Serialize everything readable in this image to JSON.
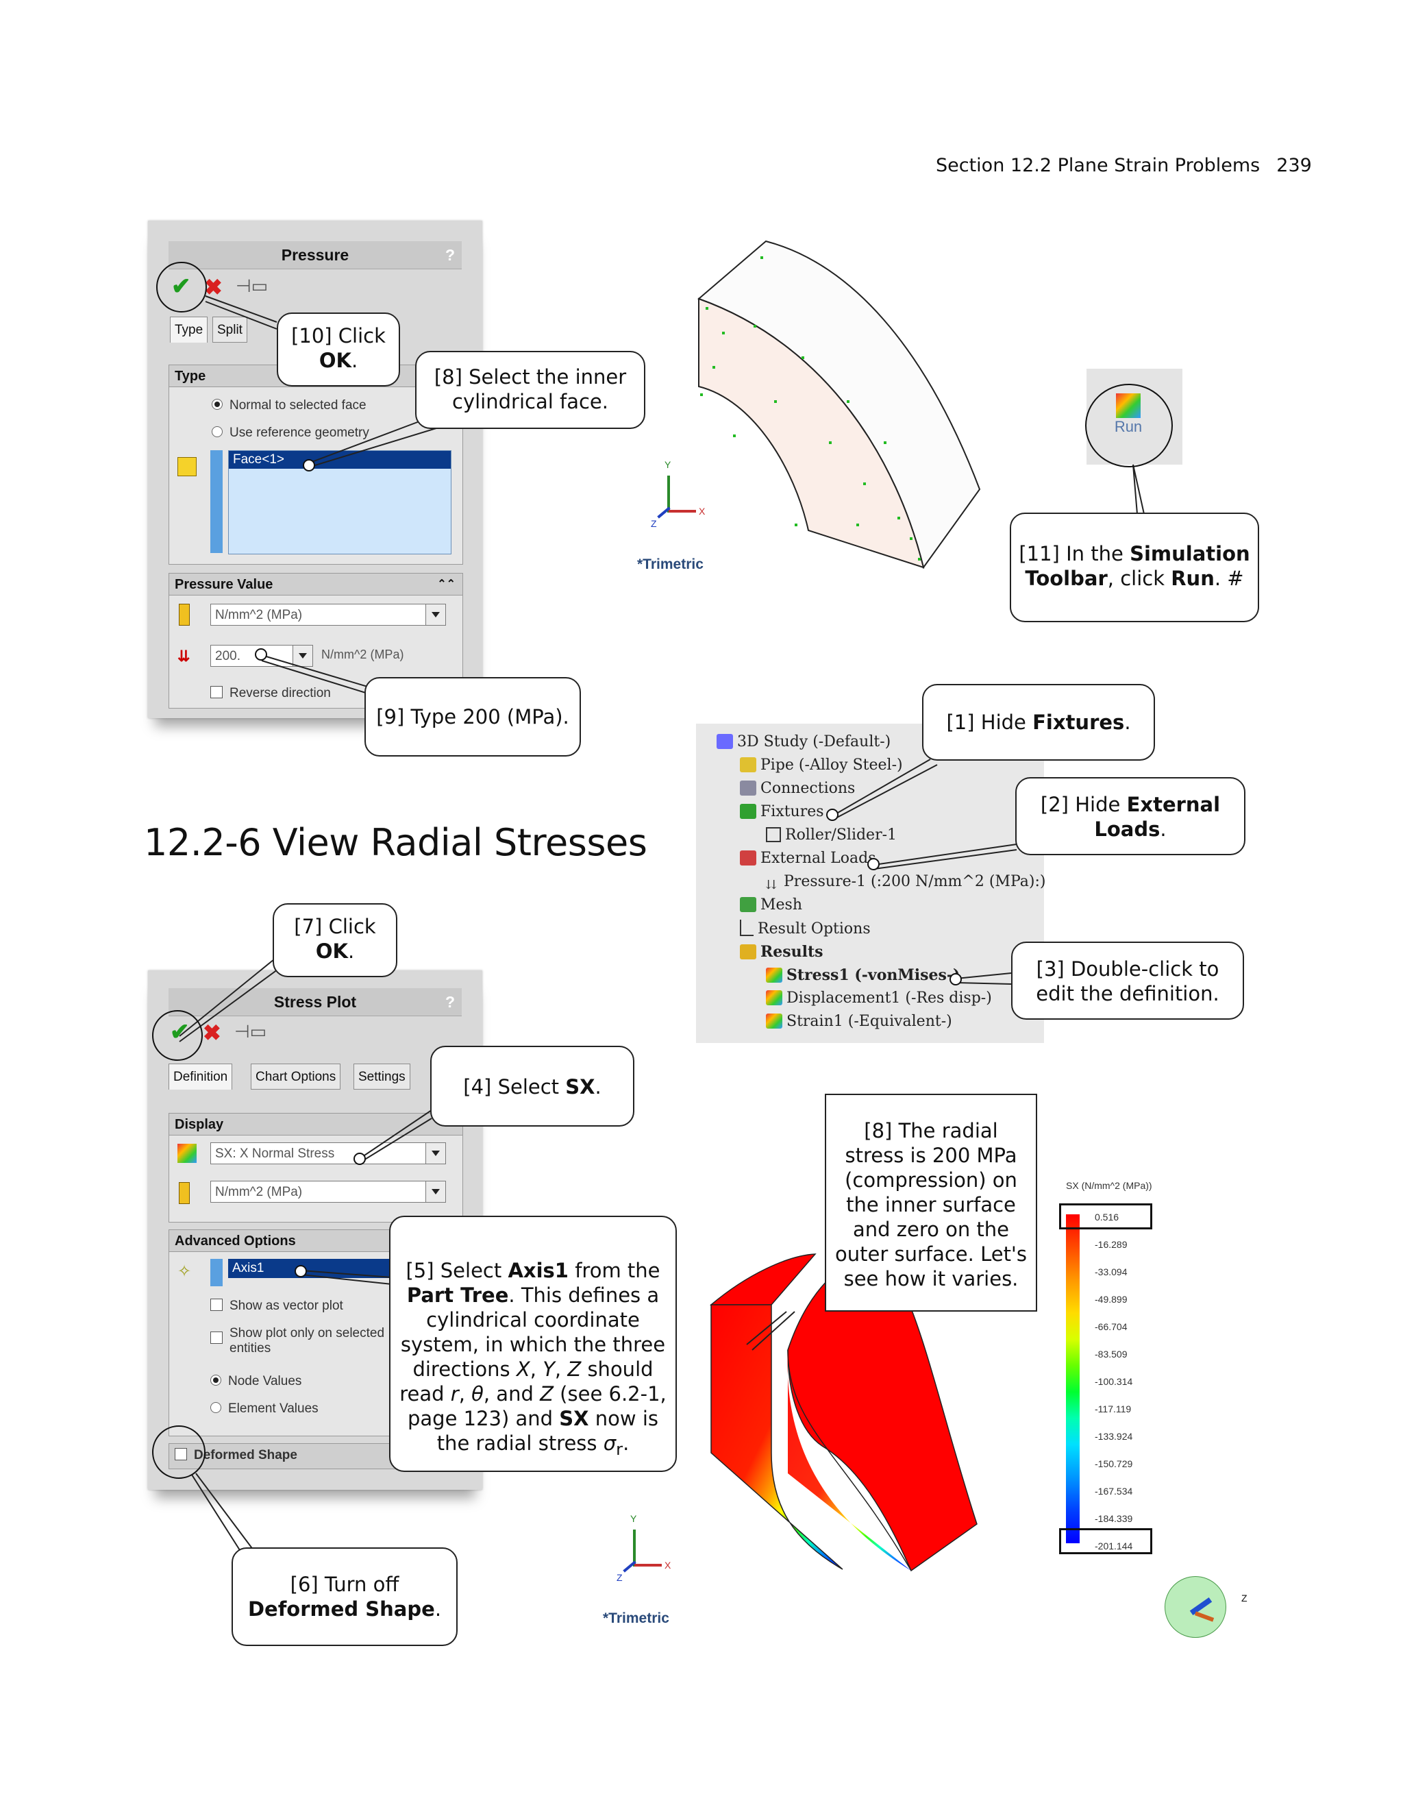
{
  "header": {
    "section": "Section 12.2  Plane Strain Problems",
    "page": "239"
  },
  "section_title": "12.2-6 View Radial Stresses",
  "pressure_panel": {
    "title": "Pressure",
    "help": "?",
    "tabs": [
      "Type",
      "Split"
    ],
    "type_group": "Type",
    "radio_normal": "Normal to selected face",
    "radio_reference": "Use reference geometry",
    "face_item": "Face<1>",
    "value_group": "Pressure Value",
    "unit_select": "N/mm^2 (MPa)",
    "pressure_input": "200.",
    "pressure_unit": "N/mm^2 (MPa)",
    "reverse": "Reverse direction"
  },
  "stress_panel": {
    "title": "Stress Plot",
    "help": "?",
    "tabs": [
      "Definition",
      "Chart Options",
      "Settings"
    ],
    "display_group": "Display",
    "component_select": "SX: X Normal Stress",
    "unit_select": "N/mm^2 (MPa)",
    "advanced_group": "Advanced Options",
    "axis_item": "Axis1",
    "show_vector": "Show as vector plot",
    "show_selected": "Show plot only on selected entities",
    "node_values": "Node Values",
    "element_values": "Element Values",
    "deformed": "Deformed Shape"
  },
  "model_view": {
    "view_label": "*Trimetric",
    "axis_x": "X",
    "axis_y": "Y",
    "axis_z": "Z"
  },
  "run_button": {
    "label": "Run"
  },
  "tree": {
    "items": [
      "3D Study (-Default-)",
      "Pipe (-Alloy Steel-)",
      "Connections",
      "Fixtures",
      "Roller/Slider-1",
      "External Loads",
      "Pressure-1 (:200 N/mm^2 (MPa):)",
      "Mesh",
      "Result Options",
      "Results",
      "Stress1 (-vonMises-)",
      "Displacement1 (-Res disp-)",
      "Strain1 (-Equivalent-)"
    ]
  },
  "legend": {
    "title": "SX (N/mm^2 (MPa))",
    "values": [
      "0.516",
      "-16.289",
      "-33.094",
      "-49.899",
      "-66.704",
      "-83.509",
      "-100.314",
      "-117.119",
      "-133.924",
      "-150.729",
      "-167.534",
      "-184.339",
      "-201.144"
    ]
  },
  "callouts": {
    "c10": {
      "pre": "[10] Click",
      "bold": "OK",
      "post": "."
    },
    "c8a": {
      "text": "[8] Select the inner cylindrical face."
    },
    "c9": {
      "text": "[9] Type 200 (MPa)."
    },
    "c11": {
      "pre": "[11] In the ",
      "bold1": "Simulation Toolbar",
      "mid": ", click ",
      "bold2": "Run",
      "post": ". #"
    },
    "c1": {
      "pre": "[1] Hide ",
      "bold": "Fixtures",
      "post": "."
    },
    "c2": {
      "pre": "[2] Hide ",
      "bold": "External Loads",
      "post": "."
    },
    "c3": {
      "text": "[3] Double-click to edit the definition."
    },
    "c7": {
      "pre": "[7] Click",
      "bold": "OK",
      "post": "."
    },
    "c4": {
      "pre": "[4] Select ",
      "bold": "SX",
      "post": "."
    },
    "c8b": {
      "text": "[8] The radial stress is 200 MPa (compression) on the inner surface and zero on the outer surface.  Let's see how it varies."
    },
    "c5": {
      "p1": "[5] Select ",
      "b1": "Axis1",
      "p2": " from the ",
      "b2": "Part Tree",
      "p3": ". This defines a cylindrical coordinate system, in which the three directions ",
      "i1": "X",
      "p4": ", ",
      "i2": "Y",
      "p5": ", ",
      "i3": "Z",
      "p6": " should read ",
      "i4": "r",
      "p7": ", ",
      "i5": "θ",
      "p8": ", and ",
      "i6": "Z",
      "p9": " (see 6.2-1, page 123) and ",
      "b3": "SX",
      "p10": " now is the radial stress ",
      "i7": "σ",
      "sub": "r",
      "p11": "."
    },
    "c6": {
      "pre": "[6] Turn off",
      "bold": "Deformed Shape",
      "post": "."
    }
  }
}
